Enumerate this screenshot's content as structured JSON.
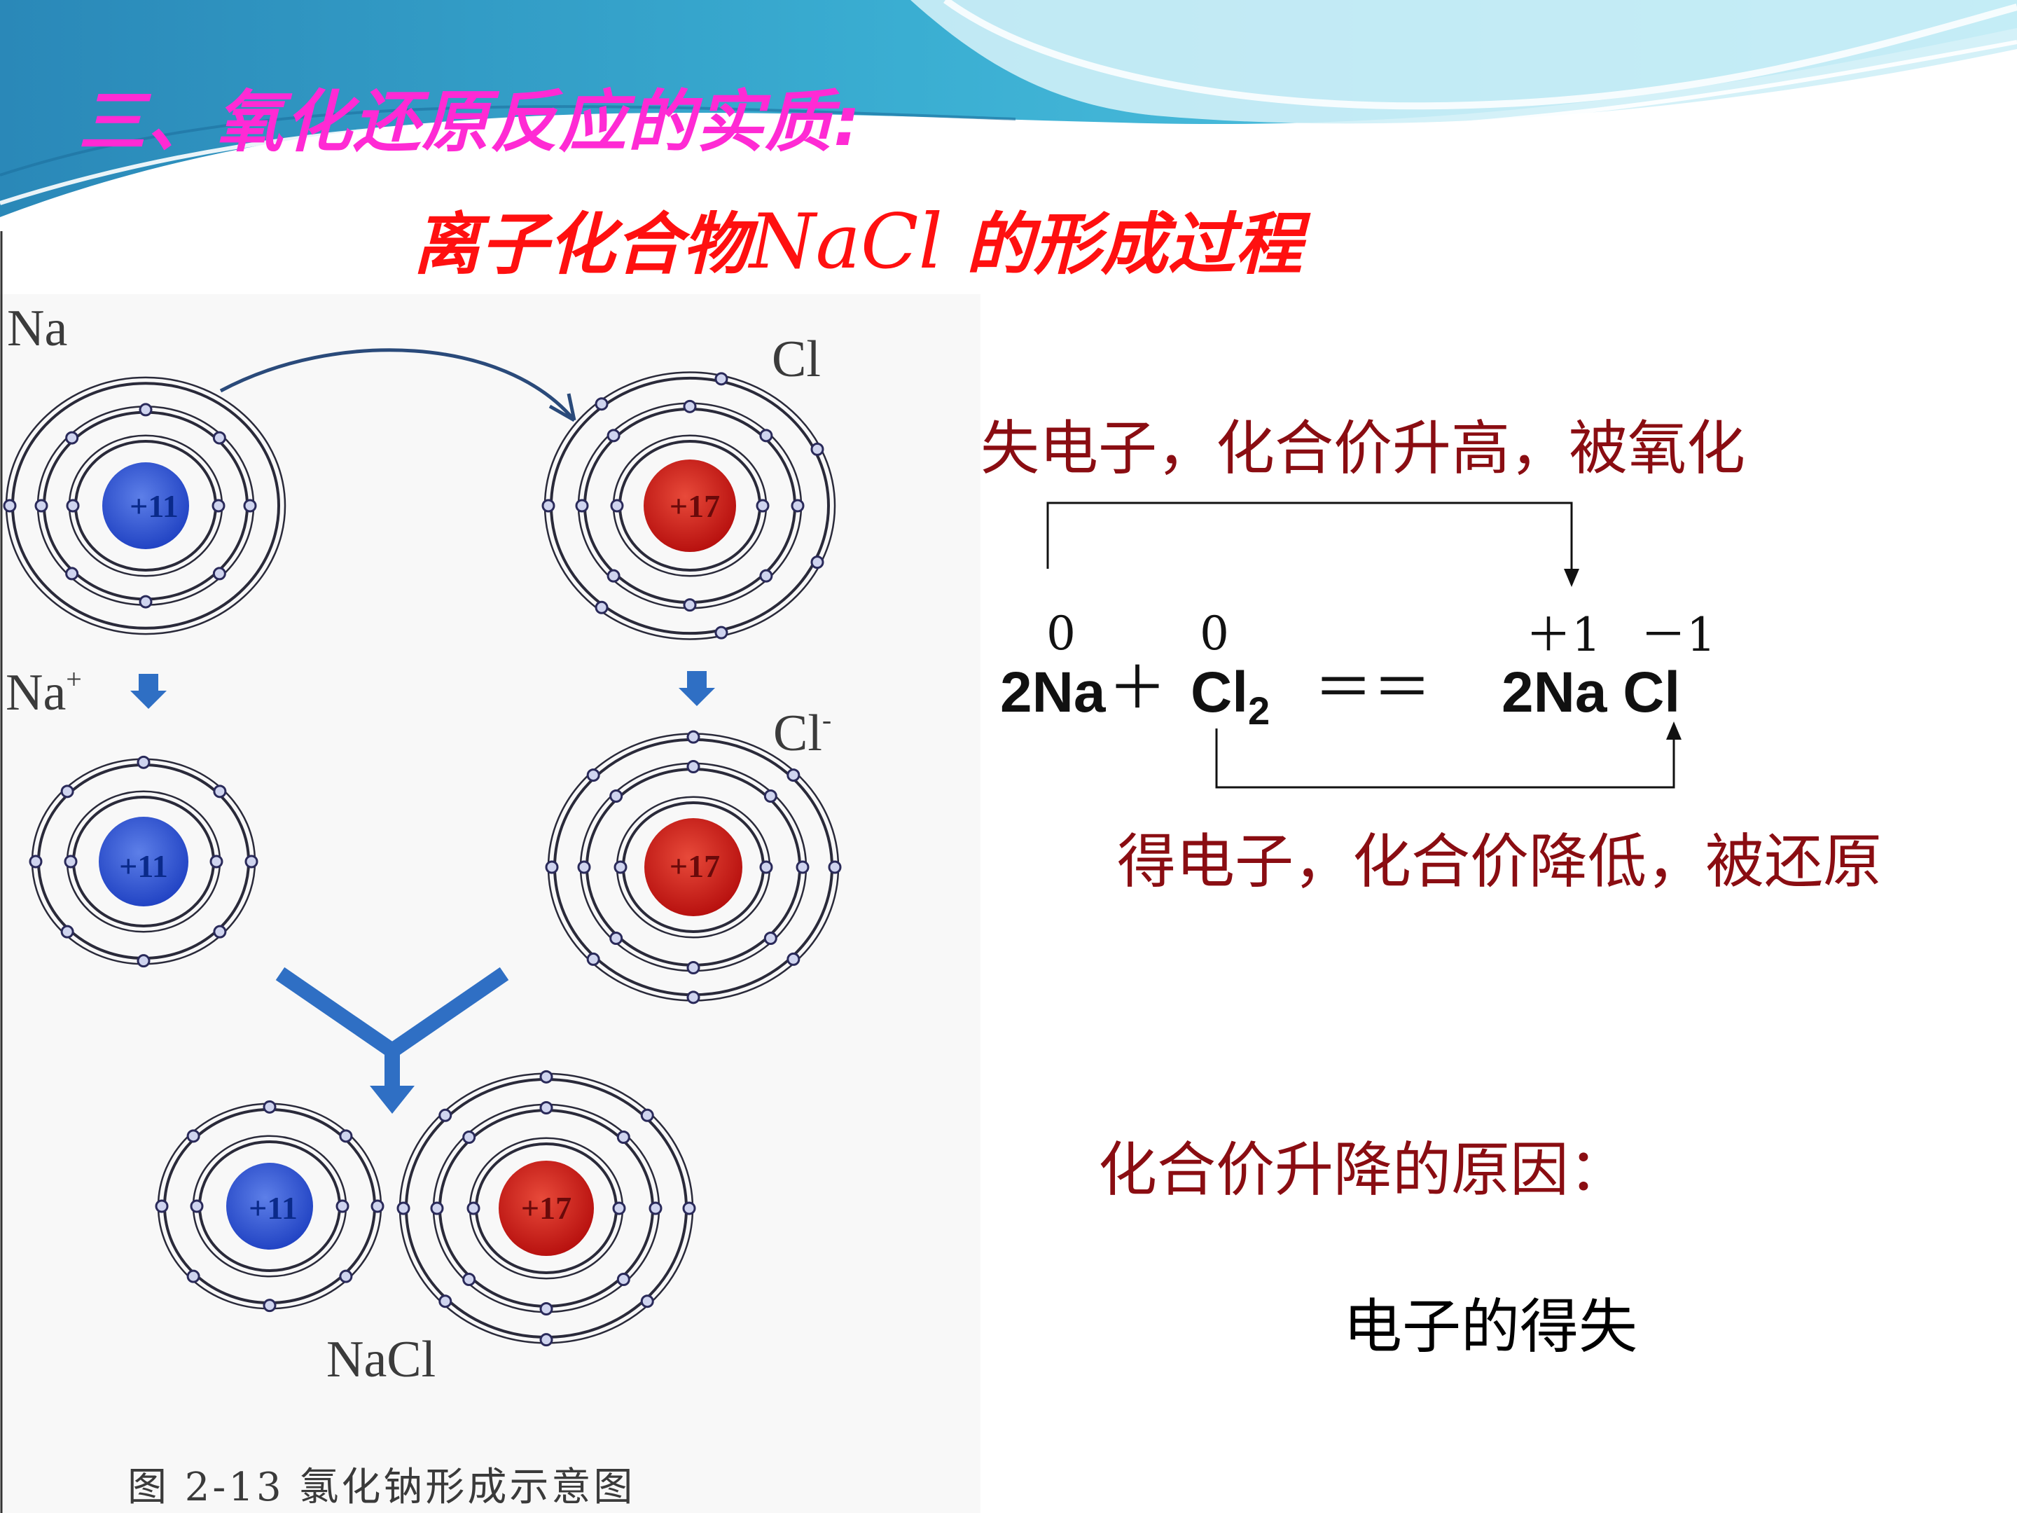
{
  "slide": {
    "title": "三、氧化还原反应的实质:",
    "subtitle_cn1": "离子化合物",
    "subtitle_latin": "NaCl",
    "subtitle_cn2": " 的形成过程"
  },
  "diagram": {
    "atom_na_label": "Na",
    "atom_cl_label": "Cl",
    "ion_na_label": "Na",
    "ion_na_charge": "+",
    "ion_cl_label": "Cl",
    "ion_cl_charge": "-",
    "product_label": "NaCl",
    "nucleus_na": "+11",
    "nucleus_cl": "+17",
    "caption": "图 2-13   氯化钠形成示意图",
    "colors": {
      "na_nucleus": "#2a4fd6",
      "cl_nucleus": "#d91a1a",
      "arrow": "#2f6fc4"
    }
  },
  "equation": {
    "lose_note": "失电子，化合价升高，被氧化",
    "gain_note": "得电子，化合价降低，被还原",
    "ox_na": "0",
    "ox_cl": "0",
    "ox_plus1": "＋1",
    "ox_minus1": "－1",
    "reactant_na": "2Na",
    "plus": "＋",
    "reactant_cl": "Cl",
    "reactant_cl_sub": "2",
    "equals": "＝＝",
    "product": "2Na Cl"
  },
  "reason": {
    "label": "化合价升降的原因：",
    "answer": "电子的得失"
  }
}
